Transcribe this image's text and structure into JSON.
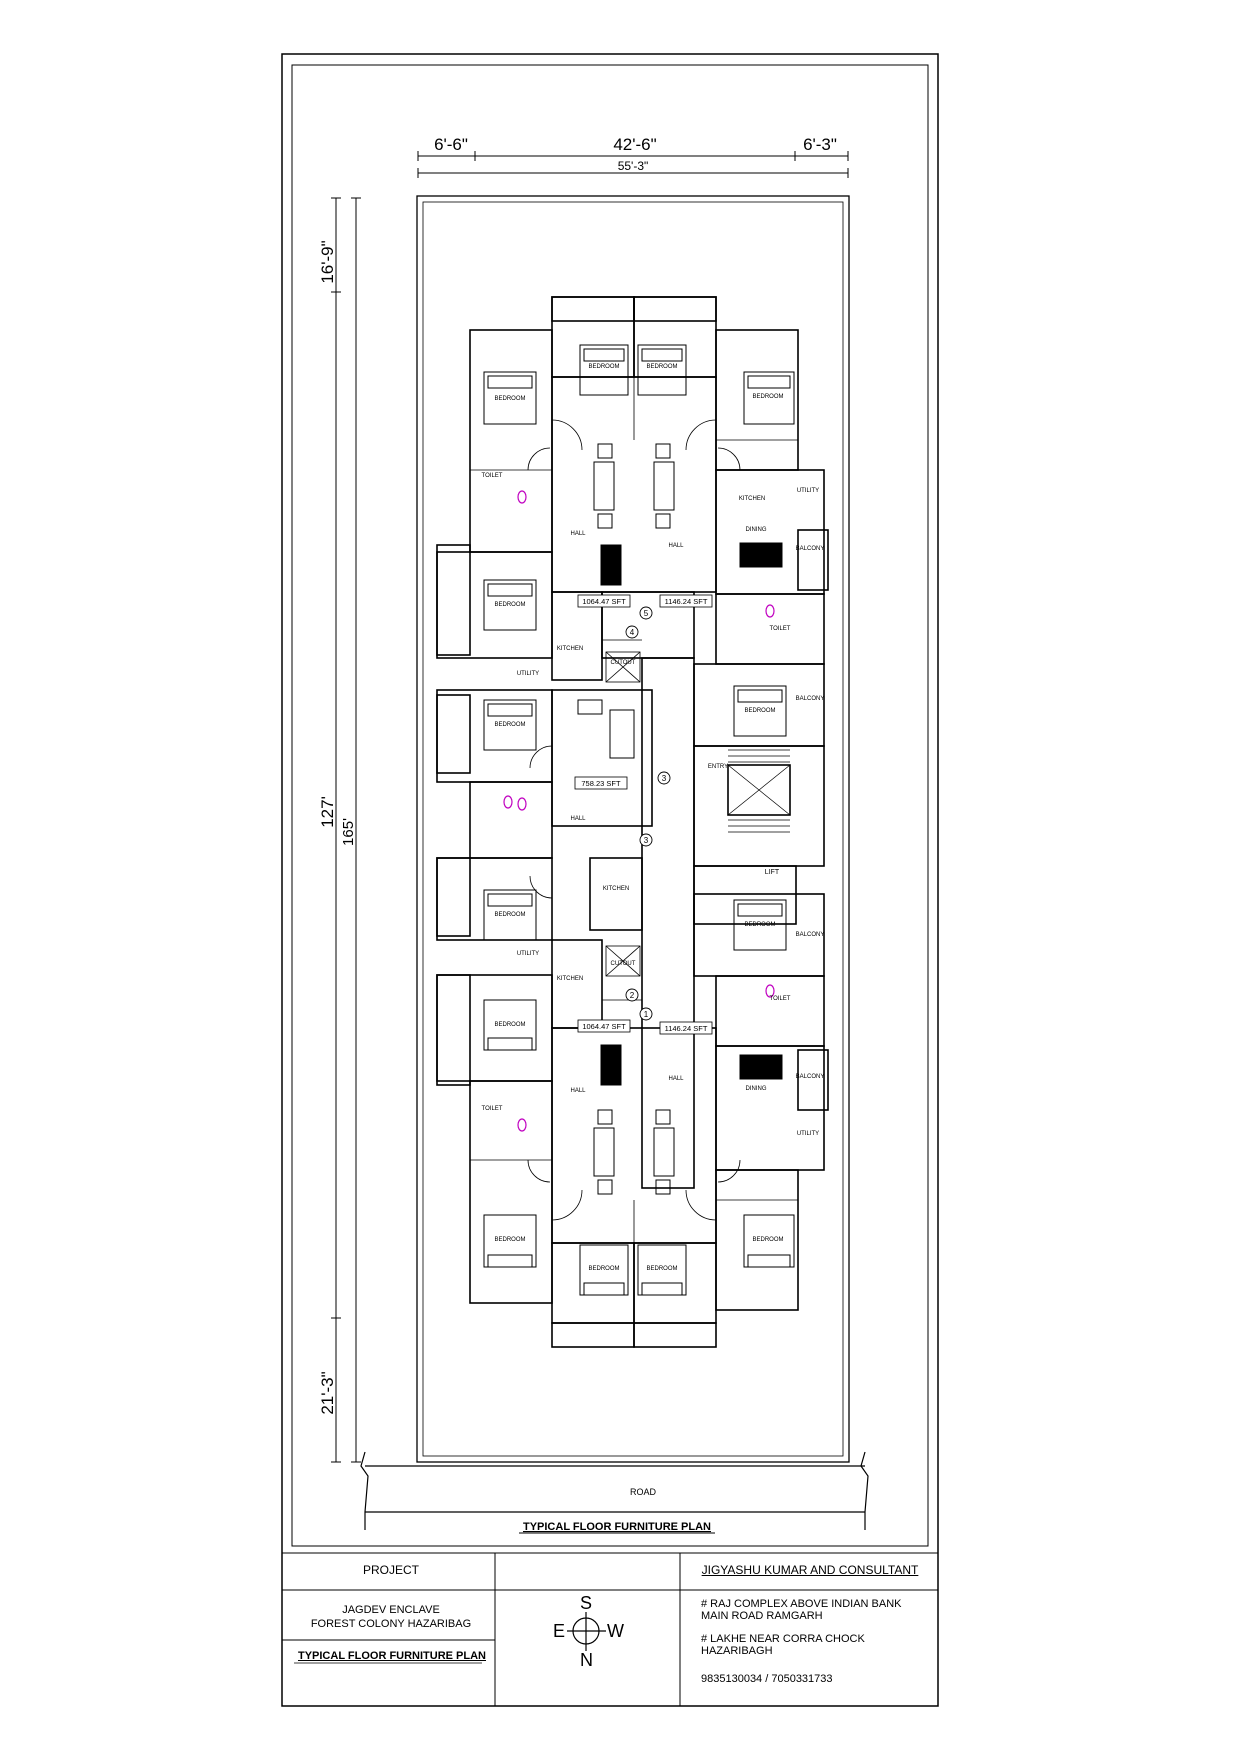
{
  "drawing": {
    "title": "TYPICAL FLOOR FURNITURE PLAN",
    "road_label": "ROAD",
    "lift_label": "LIFT",
    "entry_label": "ENTRY",
    "dimensions": {
      "top_left": "6'-6\"",
      "top_middle": "42'-6\"",
      "top_right": "6'-3\"",
      "top_overall": "55'-3\"",
      "left_top": "16'-9\"",
      "left_middle": "127'",
      "left_overall": "165'",
      "left_bottom": "21'-3\""
    },
    "unit_areas": [
      "1064.47 SFT",
      "1146.24 SFT",
      "758.23 SFT",
      "1064.47 SFT",
      "1146.24 SFT"
    ],
    "unit_numbers": [
      "1",
      "2",
      "3",
      "3",
      "4",
      "5"
    ],
    "room_labels": {
      "bedroom": "BEDROOM",
      "hall": "HALL",
      "kitchen": "KITCHEN",
      "dining": "DINING",
      "utility": "UTILITY",
      "balcony": "BALCONY",
      "toilet": "TOILET",
      "cutout": "CUTOUT"
    }
  },
  "title_block": {
    "project_label": "PROJECT",
    "project_name_line1": "JAGDEV  ENCLAVE",
    "project_name_line2": "FOREST COLONY  HAZARIBAG",
    "plan_title": "TYPICAL FLOOR FURNITURE PLAN",
    "firm_name": "JIGYASHU KUMAR AND CONSULTANT",
    "address1_line1": "#  RAJ COMPLEX ABOVE INDIAN BANK",
    "address1_line2": "MAIN ROAD RAMGARH",
    "address2_line1": "#  LAKHE NEAR CORRA CHOCK",
    "address2_line2": "HAZARIBAGH",
    "phone": "9835130034 / 7050331733"
  },
  "compass": {
    "top": "S",
    "left": "E",
    "right": "W",
    "bottom": "N"
  }
}
